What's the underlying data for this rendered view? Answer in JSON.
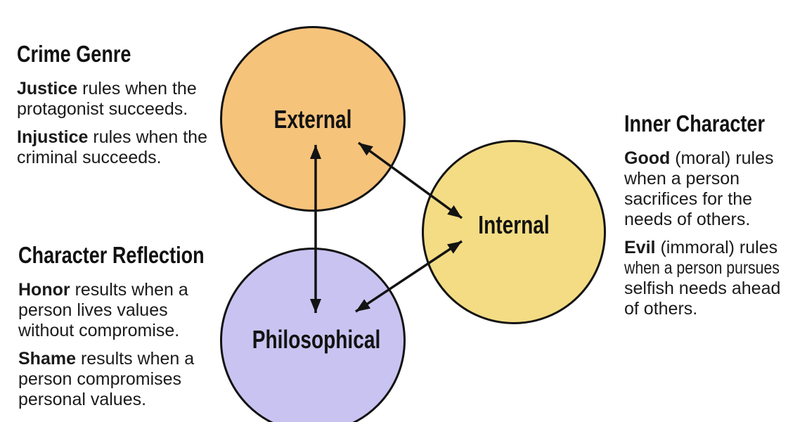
{
  "colors": {
    "background": "#ffffff",
    "outline": "#131313",
    "arrow": "#131313",
    "text": "#1a1a1a"
  },
  "circles": [
    {
      "label": "External",
      "fill": "#f6c37b"
    },
    {
      "label": "Internal",
      "fill": "#f3dc84"
    },
    {
      "label": "Philosophical",
      "fill": "#c9c3f1"
    }
  ],
  "arrows": [
    {
      "from": "External",
      "to": "Philosophical",
      "double_headed": true
    },
    {
      "from": "External",
      "to": "Internal",
      "double_headed": true
    },
    {
      "from": "Internal",
      "to": "Philosophical",
      "double_headed": true
    }
  ],
  "sections": {
    "crime_genre": {
      "title": "Crime Genre",
      "paragraphs": [
        {
          "lead": "Justice",
          "rest": "rules when the\nprotagonist succeeds."
        },
        {
          "lead": "Injustice",
          "rest": "rules when the\ncriminal succeeds."
        }
      ]
    },
    "character_reflection": {
      "title": "Character Reflection",
      "paragraphs": [
        {
          "lead": "Honor",
          "rest": "results when a\nperson lives values\nwithout compromise."
        },
        {
          "lead": "Shame",
          "rest": "results when a\nperson compromises\npersonal values."
        }
      ]
    },
    "inner_character": {
      "title": "Inner Character",
      "paragraphs": [
        {
          "lead": "Good",
          "rest": "(moral) rules\nwhen a person\nsacrifices for the\nneeds of others."
        }
      ],
      "evil": {
        "lead": "Evil",
        "line1_rest": "(immoral) rules",
        "line2": "when a person pursues",
        "rest": "selfish needs ahead\nof others."
      }
    }
  }
}
